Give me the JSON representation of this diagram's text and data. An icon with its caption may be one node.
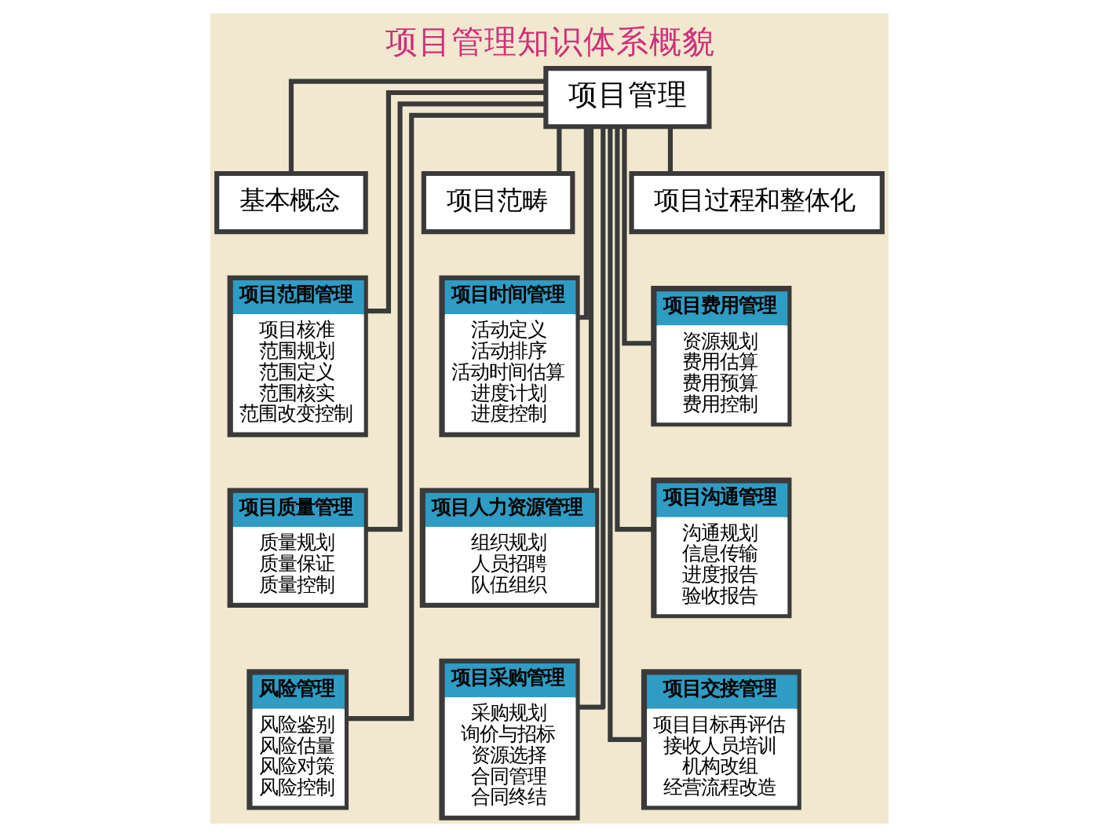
{
  "diagram": {
    "title": "项目管理知识体系概貌",
    "nodes": [
      {
        "text": [
          "项目管理"
        ]
      },
      {
        "text": [
          "基本概念"
        ]
      },
      {
        "text": [
          "项目范畴"
        ]
      },
      {
        "text": [
          "项目过程和整体化"
        ]
      },
      {
        "text": [
          "项目范围管理",
          "项目核准",
          "范围规划",
          "范围定义",
          "范围核实",
          "范围改变控制"
        ]
      },
      {
        "text": [
          "项目时间管理",
          "活动定义",
          "活动排序",
          "活动时间估算",
          "进度计划",
          "进度控制"
        ]
      },
      {
        "text": [
          "项目费用管理",
          "资源规划",
          "费用估算",
          "费用预算",
          "费用控制"
        ]
      },
      {
        "text": [
          "项目质量管理",
          "质量规划",
          "质量保证",
          "质量控制"
        ]
      },
      {
        "text": [
          "项目人力资源管理",
          "组织规划",
          "人员招聘",
          "队伍组织"
        ]
      },
      {
        "text": [
          "项目沟通管理",
          "沟通规划",
          "信息传输",
          "进度报告",
          "验收报告"
        ]
      },
      {
        "text": [
          "风险管理",
          "风险鉴别",
          "风险估量",
          "风险对策",
          "风险控制"
        ]
      },
      {
        "text": [
          "项目采购管理",
          "采购规划",
          "询价与招标",
          "资源选择",
          "合同管理",
          "合同终结"
        ]
      },
      {
        "text": [
          "项目交接管理",
          "项目目标再评估",
          "接收人员培训",
          "机构改组",
          "经营流程改造"
        ]
      }
    ],
    "edges": [
      {
        "from": 0,
        "to": 1,
        "arrow": "none"
      },
      {
        "from": 0,
        "to": 2,
        "arrow": "none"
      },
      {
        "from": 0,
        "to": 3,
        "arrow": "none"
      },
      {
        "from": 0,
        "to": 4,
        "arrow": "none"
      },
      {
        "from": 0,
        "to": 7,
        "arrow": "none"
      },
      {
        "from": 0,
        "to": 10,
        "arrow": "none"
      },
      {
        "from": 0,
        "to": 5,
        "arrow": "none"
      },
      {
        "from": 0,
        "to": 8,
        "arrow": "none"
      },
      {
        "from": 0,
        "to": 11,
        "arrow": "none"
      },
      {
        "from": 0,
        "to": 6,
        "arrow": "none"
      },
      {
        "from": 0,
        "to": 9,
        "arrow": "none"
      },
      {
        "from": 0,
        "to": 12,
        "arrow": "none"
      }
    ]
  }
}
